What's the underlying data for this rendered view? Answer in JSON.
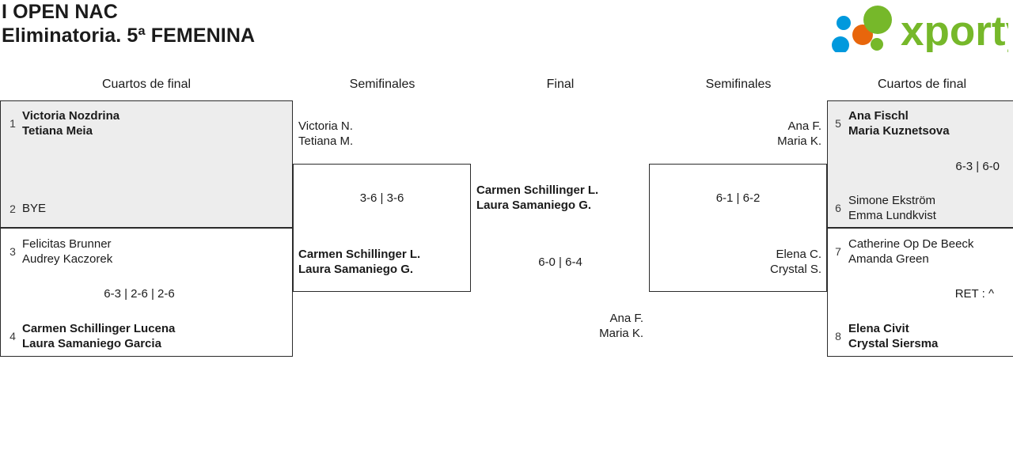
{
  "header": {
    "title_line1": "I OPEN NAC",
    "title_line2": "Eliminatoria. 5ª FEMENINA",
    "logo_text": "xporty",
    "logo_colors": {
      "green": "#76b82a",
      "blue": "#0099dd",
      "orange": "#e8660c"
    }
  },
  "rounds": [
    {
      "label": "Cuartos de final"
    },
    {
      "label": "Semifinales"
    },
    {
      "label": "Final"
    },
    {
      "label": "Semifinales"
    },
    {
      "label": "Cuartos de final"
    }
  ],
  "matches": {
    "qf_left_top": {
      "p1": {
        "seed": "1",
        "line1": "Victoria Nozdrina",
        "line2": "Tetiana Meia",
        "winner": true
      },
      "p2": {
        "seed": "2",
        "line1": "BYE",
        "line2": "",
        "winner": false
      },
      "score": ""
    },
    "qf_left_bottom": {
      "p1": {
        "seed": "3",
        "line1": "Felicitas Brunner",
        "line2": "Audrey Kaczorek",
        "winner": false
      },
      "p2": {
        "seed": "4",
        "line1": "Carmen Schillinger Lucena",
        "line2": "Laura Samaniego Garcia",
        "winner": true
      },
      "score": "6-3 | 2-6 | 2-6"
    },
    "sf_left": {
      "p1": {
        "line1": "Victoria N.",
        "line2": "Tetiana M.",
        "winner": false
      },
      "p2": {
        "line1": "Carmen Schillinger L.",
        "line2": "Laura Samaniego G.",
        "winner": true
      },
      "score": "3-6 | 3-6"
    },
    "final": {
      "p1": {
        "line1": "Carmen Schillinger L.",
        "line2": "Laura Samaniego G.",
        "winner": true
      },
      "p2": {
        "line1": "Ana F.",
        "line2": "Maria K.",
        "winner": false
      },
      "score": "6-0 | 6-4"
    },
    "sf_right": {
      "p1": {
        "line1": "Ana F.",
        "line2": "Maria K.",
        "winner": true
      },
      "p2": {
        "line1": "Elena C.",
        "line2": "Crystal S.",
        "winner": false
      },
      "score": "6-1 | 6-2"
    },
    "qf_right_top": {
      "p1": {
        "seed": "5",
        "line1": "Ana Fischl",
        "line2": "Maria Kuznetsova",
        "winner": true
      },
      "p2": {
        "seed": "6",
        "line1": "Simone Ekström",
        "line2": "Emma Lundkvist",
        "winner": false
      },
      "score": "6-3 | 6-0"
    },
    "qf_right_bottom": {
      "p1": {
        "seed": "7",
        "line1": "Catherine Op De Beeck",
        "line2": "Amanda Green",
        "winner": false
      },
      "p2": {
        "seed": "8",
        "line1": "Elena Civit",
        "line2": "Crystal Siersma",
        "winner": true
      },
      "score": "RET : ^"
    }
  }
}
